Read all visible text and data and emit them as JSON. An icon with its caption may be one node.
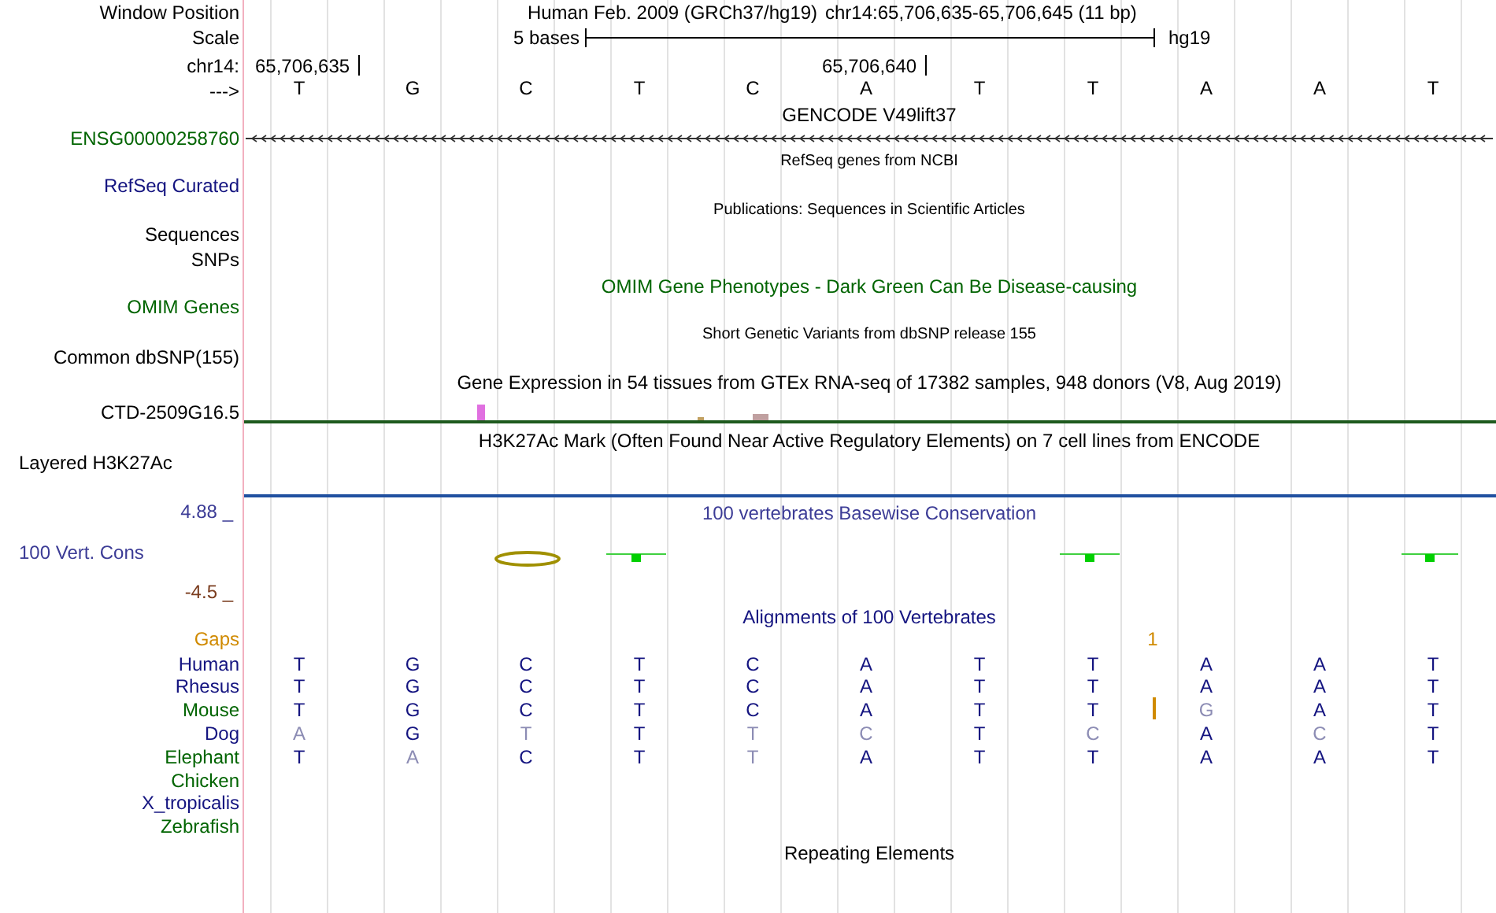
{
  "diagram": {
    "labels": [
      "Window Position",
      "Human Feb. 2009 (GRCh37/hg19)",
      "chr14:65,706,635-65,706,645 (11 bp)",
      "Scale",
      "5 bases",
      "hg19",
      "chr14:",
      "65,706,635",
      "65,706,640",
      "--->",
      "T",
      "G",
      "C",
      "T",
      "C",
      "A",
      "T",
      "T",
      "A",
      "A",
      "T",
      "GENCODE V49lift37",
      "ENSG00000258760",
      "RefSeq genes from NCBI",
      "RefSeq Curated",
      "Publications: Sequences in Scientific Articles",
      "Sequences",
      "SNPs",
      "OMIM Gene Phenotypes - Dark Green Can Be Disease-causing",
      "OMIM Genes",
      "Short Genetic Variants from dbSNP release 155",
      "Common dbSNP(155)",
      "Gene Expression in 54 tissues from GTEx RNA-seq of 17382 samples, 948 donors (V8, Aug 2019)",
      "CTD-2509G16.5",
      "H3K27Ac Mark (Often Found Near Active Regulatory Elements) on 7 cell lines from ENCODE",
      "Layered H3K27Ac",
      "4.88 _",
      "100 vertebrates Basewise Conservation",
      "100 Vert. Cons",
      "-4.5 _",
      "Alignments of 100 Vertebrates",
      "Gaps",
      "1",
      "Human",
      "T",
      "G",
      "C",
      "T",
      "C",
      "A",
      "T",
      "T",
      "A",
      "A",
      "T",
      "Rhesus",
      "T",
      "G",
      "C",
      "T",
      "C",
      "A",
      "T",
      "T",
      "A",
      "A",
      "T",
      "Mouse",
      "T",
      "G",
      "C",
      "T",
      "C",
      "A",
      "T",
      "T",
      "G",
      "A",
      "T",
      "Dog",
      "A",
      "G",
      "T",
      "T",
      "T",
      "C",
      "T",
      "C",
      "A",
      "C",
      "T",
      "Elephant",
      "T",
      "A",
      "C",
      "T",
      "T",
      "A",
      "T",
      "T",
      "A",
      "A",
      "T",
      "Chicken",
      "X_tropicalis",
      "Zebrafish",
      "Repeating Elements"
    ]
  }
}
